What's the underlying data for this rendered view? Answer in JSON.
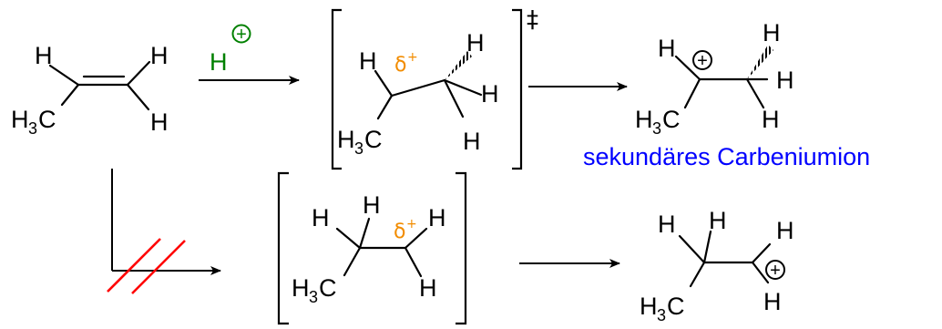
{
  "atoms": {
    "hydrogen": "H",
    "methyl_main": "H",
    "methyl_sub": "3",
    "methyl_tail": "C"
  },
  "reagent": {
    "symbol": "H",
    "charge": "+",
    "color": "#008000"
  },
  "partial_charge": {
    "symbol": "δ",
    "sign": "+",
    "color": "#f28c00"
  },
  "transition_state_mark": "‡",
  "charge_symbol": "+",
  "product_label": "sekundäres Carbeniumion",
  "colors": {
    "label": "#0000ff",
    "strike": "#ff0000",
    "bonds": "#000000"
  }
}
